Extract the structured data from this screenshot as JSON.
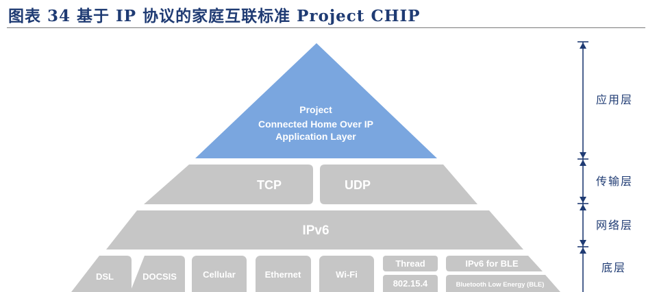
{
  "title": "图表 34 基于 IP 协议的家庭互联标准 Project CHIP",
  "pyramid": {
    "apex": {
      "line1": "Project",
      "line2": "Connected Home Over IP",
      "line3": "Application Layer"
    },
    "transport": {
      "left": "TCP",
      "right": "UDP"
    },
    "network": {
      "label": "IPv6"
    },
    "physical": {
      "dsl": "DSL",
      "docsis": "DOCSIS",
      "cellular": "Cellular",
      "ethernet": "Ethernet",
      "wifi": "Wi-Fi",
      "thread": "Thread",
      "ieee802154": "802.15.4",
      "ipv6_ble": "IPv6 for BLE",
      "ble": "Bluetooth Low Energy (BLE)"
    }
  },
  "layers": {
    "application": "应用层",
    "transport": "传输层",
    "network": "网络层",
    "physical": "底层"
  },
  "colors": {
    "apex": "#7aa6df",
    "segment": "#c6c6c6",
    "scale": "#1f3b73",
    "title": "#1f3b73"
  }
}
